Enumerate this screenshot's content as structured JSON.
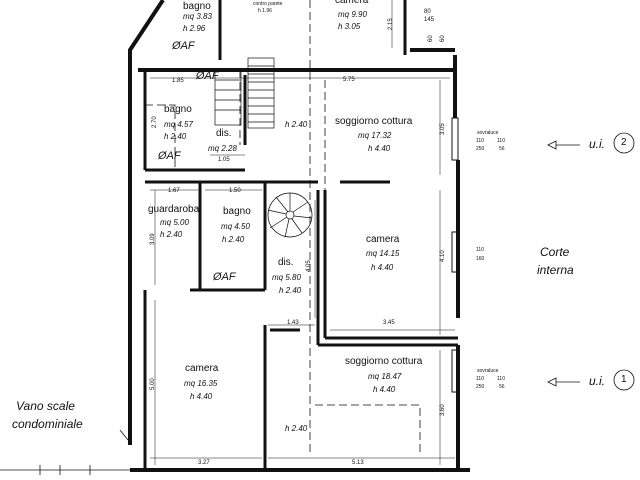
{
  "rooms": {
    "bagno_top": {
      "name": "bagno",
      "mq": "mq 3.83",
      "h": "h 2.96"
    },
    "camera_top": {
      "name": "camera",
      "mq": "mq 9.90",
      "h": "h 3.05"
    },
    "contro": {
      "name": "contro parete",
      "h": "h 1.96"
    },
    "bagno_mid": {
      "name": "bagno",
      "mq": "mq 4.57",
      "h": "h 2.40"
    },
    "dis1": {
      "name": "dis.",
      "mq": "mq 2.28"
    },
    "soggiorno1": {
      "name": "soggiorno cottura",
      "mq": "mq 17.32",
      "h": "h 4.40"
    },
    "guardaroba": {
      "name": "guardaroba",
      "mq": "mq 5.00",
      "h": "h 2.40"
    },
    "bagno_low": {
      "name": "bagno",
      "mq": "mq 4.50",
      "h": "h 2.40"
    },
    "dis2": {
      "name": "dis.",
      "mq": "mq 5.80",
      "h": "h 2.40"
    },
    "camera_mid": {
      "name": "camera",
      "mq": "mq 14.15",
      "h": "h 4.40"
    },
    "camera_low": {
      "name": "camera",
      "mq": "mq 16.35",
      "h": "h 4.40"
    },
    "soggiorno2": {
      "name": "soggiorno cottura",
      "mq": "mq 18.47",
      "h": "h 4.40"
    }
  },
  "labels": {
    "h240_a": "h 2.40",
    "h240_b": "h 2.40",
    "af1": "ØAF",
    "af2": "ØAF",
    "af3": "ØAF",
    "af4": "ØAF",
    "af_top": "1.85",
    "corte1": "Corte",
    "corte2": "interna",
    "vano1": "Vano scale",
    "vano2": "condominiale",
    "ui": "u.i.",
    "ui_2": "2",
    "ui_1": "1"
  },
  "dims": {
    "d575": "5.75",
    "d105": "1.05",
    "d167": "1.67",
    "d150": "1.50",
    "d143": "1.43",
    "d345": "3.45",
    "d327": "3.27",
    "d513": "5.13",
    "d305": "3.05",
    "d410": "4.10",
    "d360": "3.60",
    "d500": "5.00",
    "d309": "3.09",
    "d270": "2.70",
    "d405": "4.05",
    "d215": "2.15",
    "d80": "80",
    "d145": "145",
    "d60a": "60",
    "d60b": "60",
    "sov1": "sovraluce",
    "sov2": "sovraluce",
    "w1a": "110",
    "w1b": "110",
    "w1c": "250",
    "w1d": "56",
    "w2a": "110",
    "w2b": "160",
    "w3a": "110",
    "w3b": "110",
    "w3c": "250",
    "w3d": "56"
  }
}
